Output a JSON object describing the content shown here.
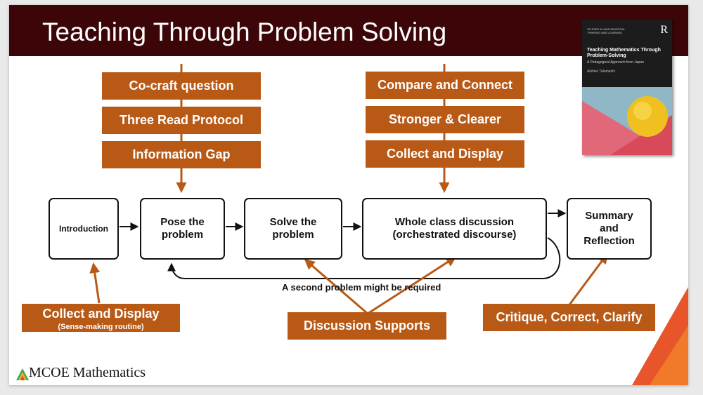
{
  "slide": {
    "title": "Teaching Through Problem Solving",
    "footer": "MCOE Mathematics"
  },
  "stages": [
    {
      "id": "introduction",
      "label": "Introduction"
    },
    {
      "id": "pose",
      "label": "Pose the\nproblem"
    },
    {
      "id": "solve",
      "label": "Solve the\nproblem"
    },
    {
      "id": "discussion",
      "label": "Whole class discussion\n(orchestrated discourse)"
    },
    {
      "id": "summary",
      "label": "Summary\nand\nReflection"
    }
  ],
  "loop_label": "A second problem might be required",
  "pose_routines": [
    "Co-craft question",
    "Three Read Protocol",
    "Information Gap"
  ],
  "discussion_routines": [
    "Compare and Connect",
    "Stronger & Clearer",
    "Collect and Display"
  ],
  "supports": {
    "collect_display": {
      "label": "Collect and Display",
      "sub": "(Sense-making routine)"
    },
    "discussion_supports": "Discussion Supports",
    "critique": "Critique, Correct, Clarify"
  },
  "book": {
    "series": "STUDIES IN MATHEMATICAL THINKING AND LEARNING",
    "publisher_logo": "R",
    "title": "Teaching Mathematics Through Problem-Solving",
    "subtitle": "A Pedagogical Approach from Japan",
    "author": "Akihiko Takahashi"
  },
  "colors": {
    "header": "#3c0609",
    "routine_box": "#b85a16",
    "arrow_orange": "#b85a16",
    "accent_corner": "#e8552a"
  }
}
